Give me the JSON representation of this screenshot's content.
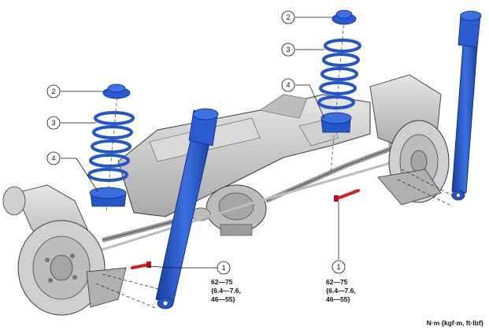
{
  "callouts": {
    "left_top_cap": "2",
    "left_spring": "3",
    "left_seat": "4",
    "right_top_cap": "2",
    "right_spring": "3",
    "right_seat": "4",
    "left_bolt": "1",
    "right_bolt": "1"
  },
  "torque_left": {
    "line1": "62—75",
    "line2": "{6.4—7.6,",
    "line3": "46—55}"
  },
  "torque_right": {
    "line1": "62—75",
    "line2": "{6.4—7.6,",
    "line3": "46—55}"
  },
  "units": "N·m {kgf·m, ft·lbf}",
  "colors": {
    "part_blue": "#2456c8",
    "bolt_red": "#d42020",
    "frame_gray": "#c8c8c8",
    "outline": "#3a3a3a"
  }
}
